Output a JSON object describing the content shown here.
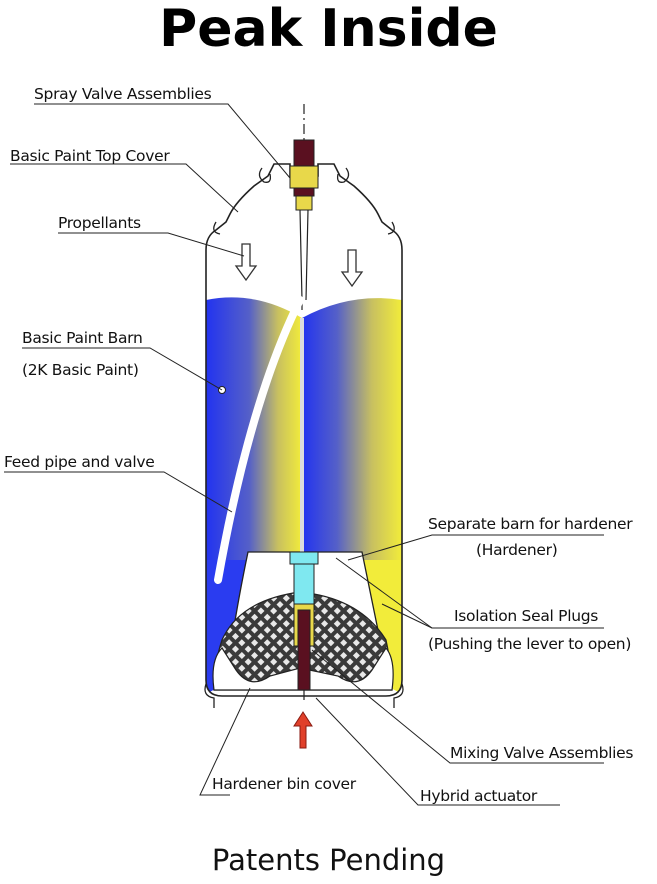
{
  "title": "Peak Inside",
  "footer": "Patents Pending",
  "labels": {
    "spray_valve": "Spray Valve Assemblies",
    "top_cover": "Basic Paint Top Cover",
    "propellants": "Propellants",
    "paint_barn": "Basic Paint Barn",
    "paint_barn_sub": "(2K Basic Paint)",
    "feed_pipe": "Feed pipe and valve",
    "hardener_barn": "Separate barn for hardener",
    "hardener_barn_sub": "(Hardener)",
    "isolation": "Isolation Seal Plugs",
    "isolation_sub": "(Pushing the lever to open)",
    "mixing_valve": "Mixing Valve Assemblies",
    "hardener_cover": "Hardener bin cover",
    "actuator": "Hybrid actuator"
  },
  "colors": {
    "paint_blue": "#2a3cf0",
    "paint_yellow": "#f2ec3a",
    "seal_cyan": "#7fe8f0",
    "actuator_dark": "#5a1020",
    "arrow_red": "#e0402a",
    "mesh_dark": "#2a2a2a"
  }
}
